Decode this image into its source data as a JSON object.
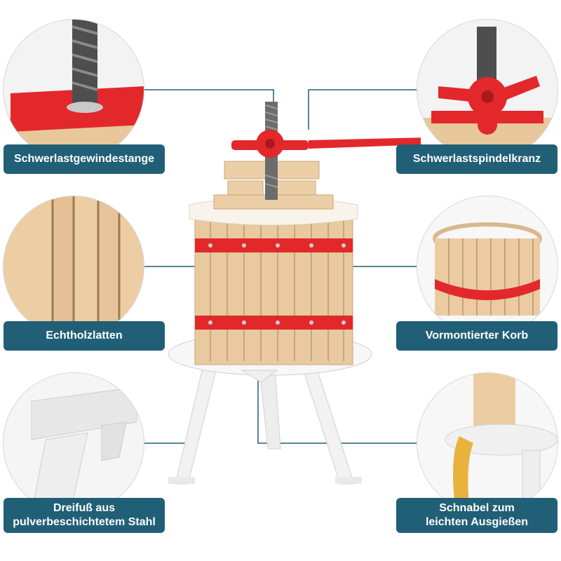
{
  "callouts": {
    "threaded_rod": "Schwerlastgewindestange",
    "spindle_crown": "Schwerlastspindelkranz",
    "wood_slats": "Echtholzlatten",
    "basket": "Vormontierter Korb",
    "tripod": "Dreifuß aus\npulverbeschichtetem Stahl",
    "spout": "Schnabel zum\nleichten Ausgießen"
  },
  "colors": {
    "label_bg": "#215f77",
    "accent_red": "#e3282b",
    "wood": "#e6c49a",
    "line": "#215f77"
  }
}
